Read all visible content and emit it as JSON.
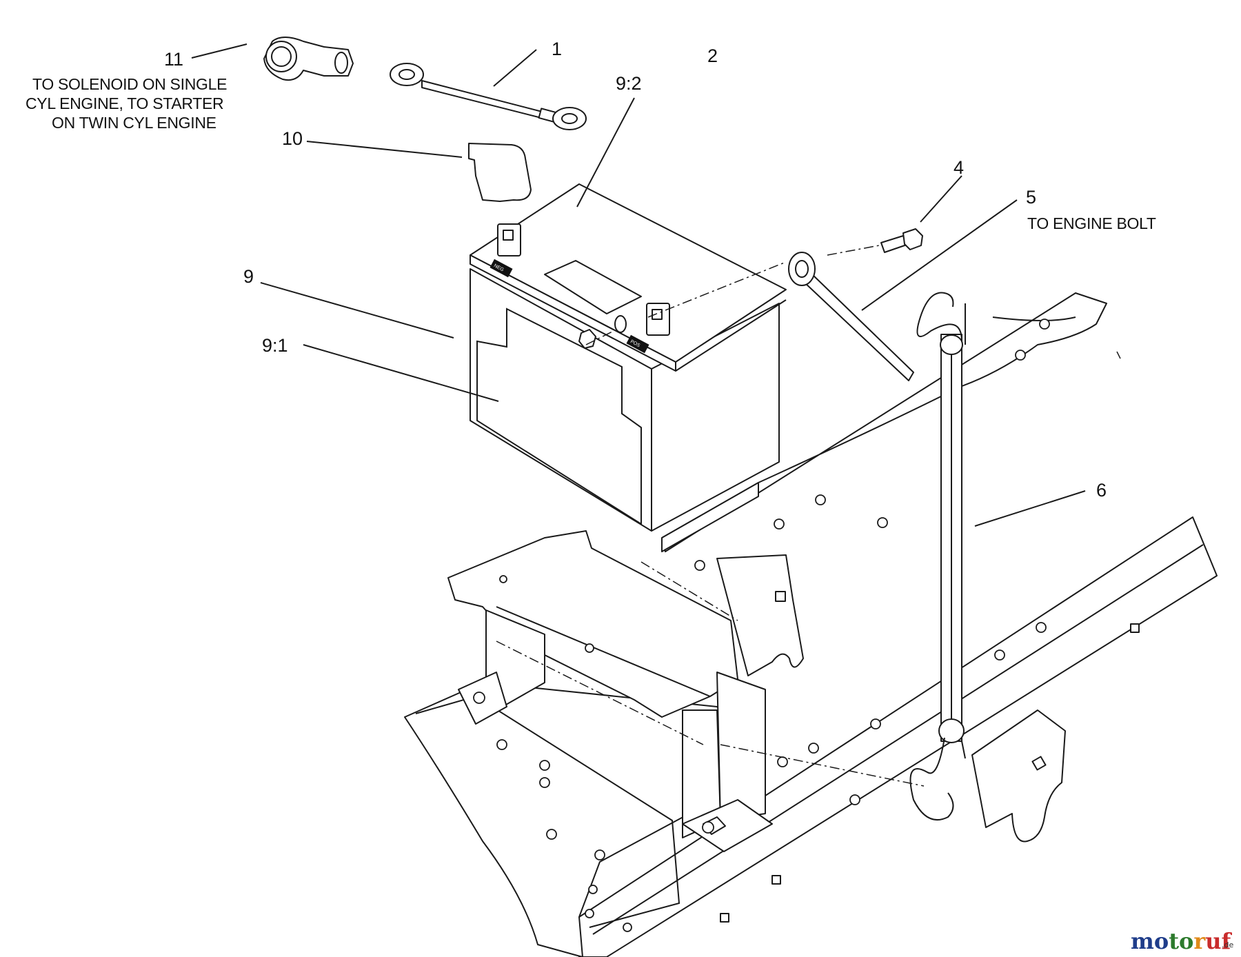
{
  "diagram": {
    "callouts": {
      "c1": "1",
      "c2": "2",
      "c4": "4",
      "c5": "5",
      "c6": "6",
      "c9": "9",
      "c9_1": "9:1",
      "c9_2": "9:2",
      "c10": "10",
      "c11": "11"
    },
    "notes": {
      "solenoid_line1": "TO SOLENOID ON SINGLE",
      "solenoid_line2": "CYL ENGINE, TO STARTER",
      "solenoid_line3": "ON TWIN CYL ENGINE",
      "engine_bolt": "TO ENGINE BOLT"
    },
    "terminal_marks": {
      "neg": "NEG",
      "pos": "POS"
    }
  },
  "watermark": {
    "brand": "motoruf",
    "tld": ".de",
    "colors": [
      "#1f3d8a",
      "#2c7a2c",
      "#e08a1a",
      "#c92b2b"
    ]
  }
}
